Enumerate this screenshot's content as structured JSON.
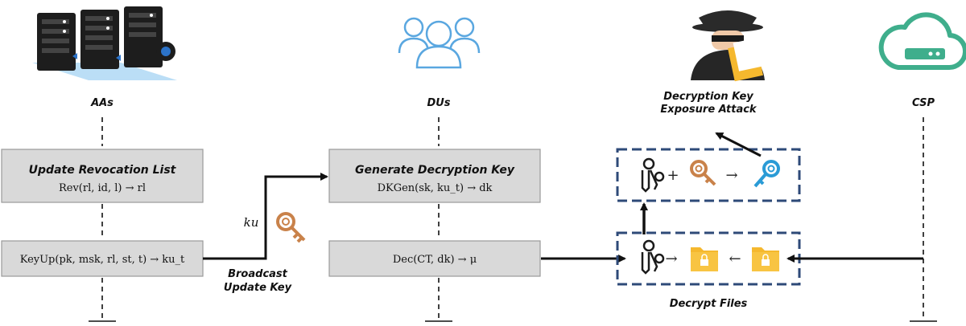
{
  "entities": {
    "aas": "AAs",
    "dus": "DUs",
    "csp": "CSP"
  },
  "attack": {
    "line1": "Decryption Key",
    "line2": "Exposure Attack"
  },
  "boxes": {
    "update_revocation": {
      "title": "Update Revocation List",
      "formula": "Rev(rl, id, l) → rl"
    },
    "keyup": {
      "formula": "KeyUp(pk, msk, rl, st, t) → ku_t"
    },
    "generate_key": {
      "title": "Generate Decryption Key",
      "formula": "DKGen(sk, ku_t) → dk"
    },
    "dec": {
      "formula": "Dec(CT, dk) → μ"
    }
  },
  "broadcast": {
    "ku_label": "ku",
    "line1": "Broadcast",
    "line2": "Update Key"
  },
  "decrypt_files": "Decrypt Files",
  "symbols": {
    "plus": "+",
    "arrow_right": "→",
    "arrow_left": "←"
  },
  "colors": {
    "box_fill": "#d9d9d9",
    "box_stroke": "#9a9a9a",
    "dashed_frame": "#2e4a78",
    "cloud": "#3fae8c",
    "people": "#5aa7e0",
    "key_orange": "#c9824a",
    "key_blue": "#2a9bd6",
    "folder": "#f5b82e"
  }
}
